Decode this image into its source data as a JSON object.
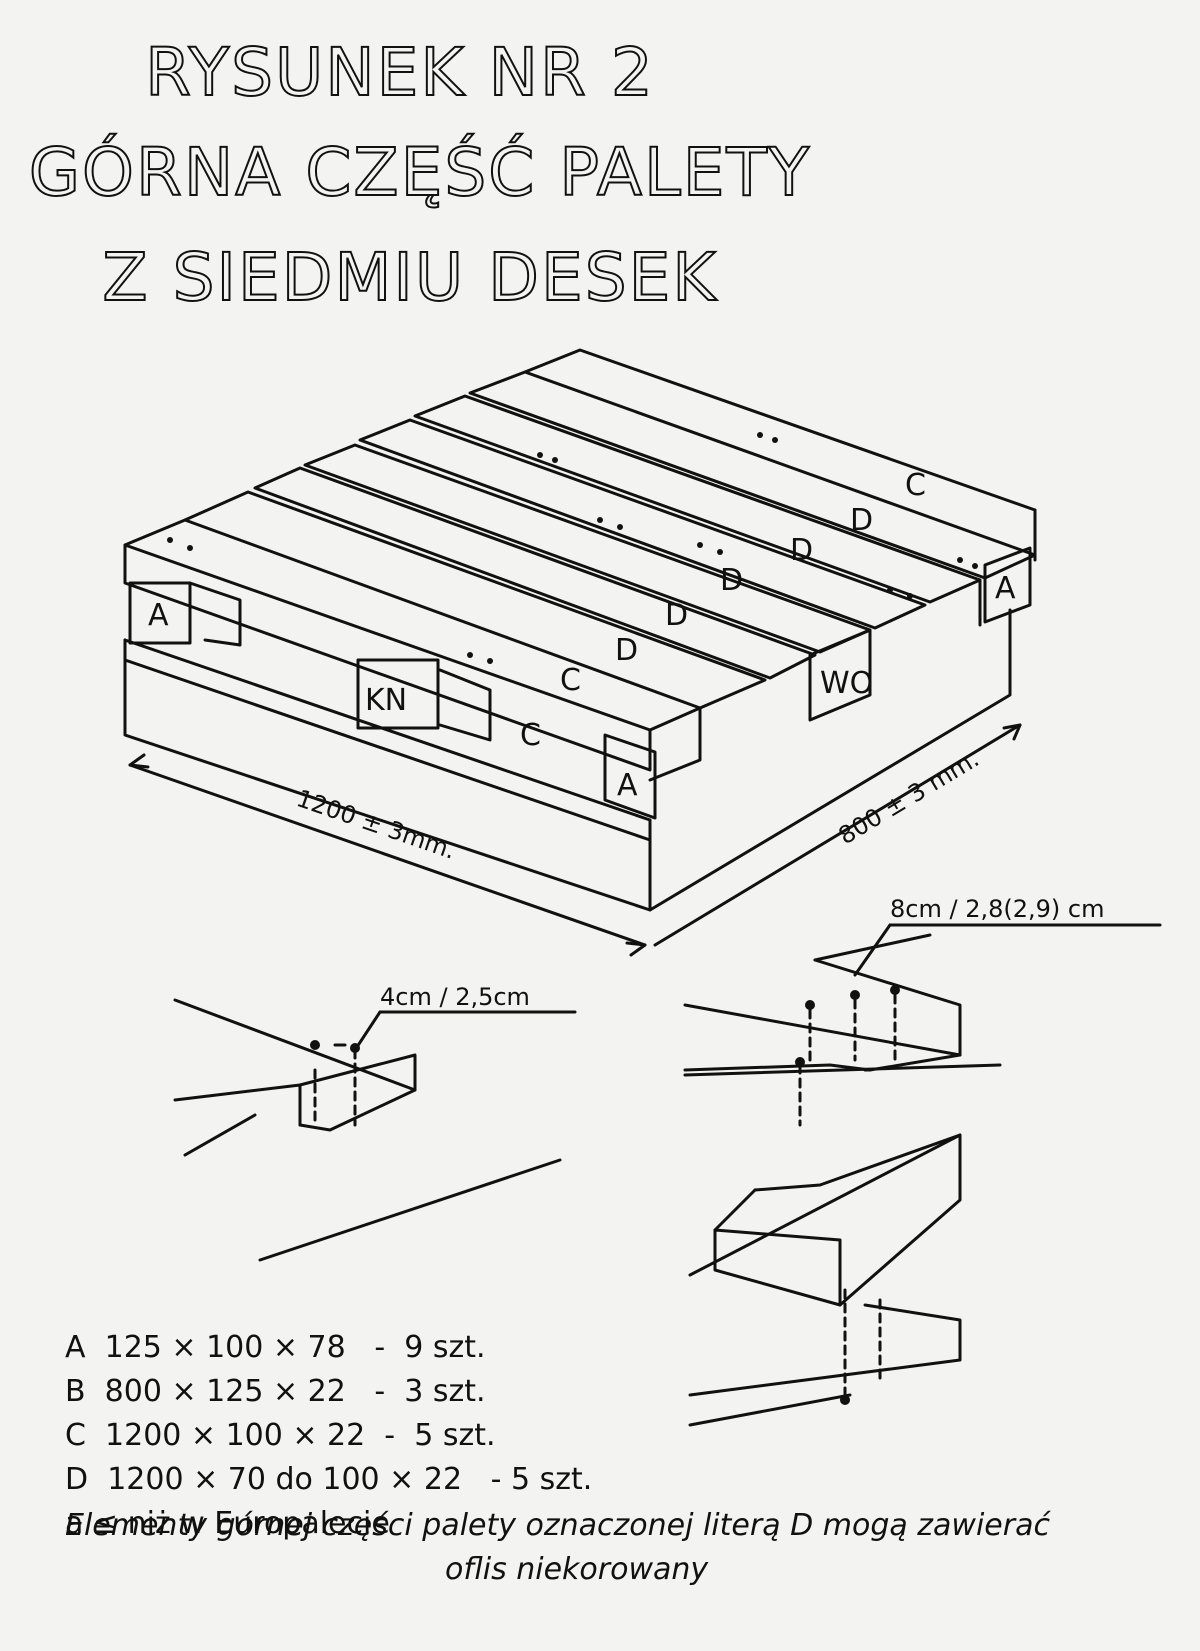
{
  "title": {
    "line1": "RYSUNEK NR 2",
    "line2": "GÓRNA CZĘŚĆ PALETY",
    "line3": "Z SIEDMIU DESEK"
  },
  "labels": {
    "a_left": "A",
    "a_front": "A",
    "a_right": "A",
    "kn": "KN",
    "wo": "WO",
    "c_top": "C",
    "c_middle": "C",
    "c_lower": "C",
    "d1": "D",
    "d2": "D",
    "d3": "D",
    "d4": "D",
    "d5": "D"
  },
  "dimensions": {
    "length": "1200 ± 3mm.",
    "width": "800 ± 3 mm.",
    "detail_left": "4cm / 2,5cm",
    "detail_right": "8cm / 2,8(2,9) cm"
  },
  "specs": [
    {
      "id": "A",
      "text": "125 × 100 × 78   -  9 szt."
    },
    {
      "id": "B",
      "text": "800 × 125 × 22   -  3 szt."
    },
    {
      "id": "C",
      "text": "1200 × 100 × 22  -  5 szt."
    },
    {
      "id": "D",
      "text": "1200 × 70 do 100 × 22   - 5 szt."
    }
  ],
  "footnote_a": "a ≤ niż w Europalecie",
  "note_line1": "Elementy górnej części palety oznaczonej literą D mogą zawierać",
  "note_line2": "oflis niekorowany"
}
